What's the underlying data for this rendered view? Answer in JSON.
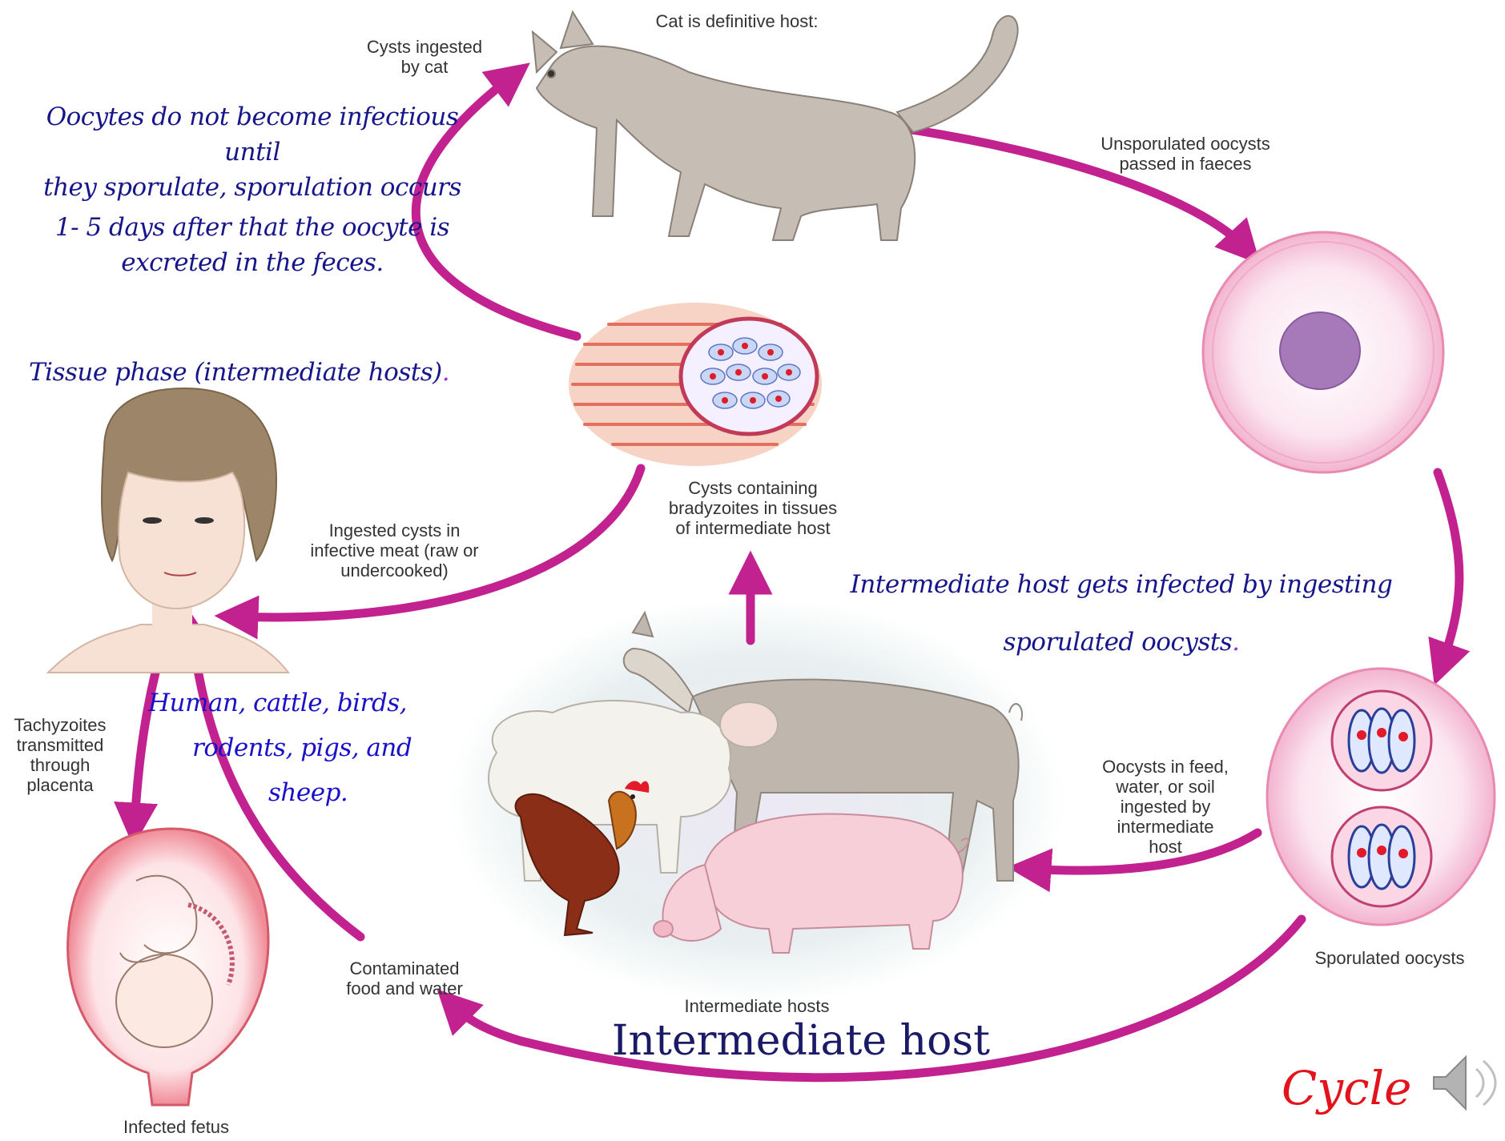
{
  "labels": {
    "cat_definitive": "Cat is definitive host:",
    "cysts_ingested_cat": "Cysts ingested\nby cat",
    "unsporulated": "Unsporulated oocysts\npassed in faeces",
    "cysts_containing": "Cysts containing\nbradyzoites in tissues\nof intermediate host",
    "ingested_cysts_meat": "Ingested cysts in\ninfective meat (raw or\nundercooked)",
    "tachyzoites": "Tachyzoites\ntransmitted\nthrough\nplacenta",
    "oocysts_in_feed": "Oocysts in feed,\nwater, or soil\ningested by\nintermediate\nhost",
    "sporulated_oocysts": "Sporulated oocysts",
    "contaminated_food": "Contaminated\nfood and water",
    "intermediate_hosts": "Intermediate hosts",
    "infected_fetus": "Infected fetus"
  },
  "notes": {
    "oocytes_line1": "Oocytes do not become infectious until",
    "oocytes_line2": "they sporulate, sporulation occurs",
    "oocytes_line3": "1- 5 days after that the oocyte is",
    "oocytes_line4": "excreted in the feces.",
    "tissue_phase": "Tissue phase (intermediate hosts)",
    "tissue_phase_dot": ".",
    "ingesting_line1": "Intermediate host gets infected by ingesting",
    "ingesting_line2": "sporulated oocysts",
    "ingesting_dot": ".",
    "hosts_line1": "Human, cattle, birds,",
    "hosts_line2": "rodents, pigs, and",
    "hosts_line3": "sheep."
  },
  "title": "Intermediate host",
  "cycle": "Cycle",
  "colors": {
    "arrow": "#c2228f",
    "note_text": "#16168a",
    "cycle_text": "#e2131b",
    "oocyst_fill": "#fbe2ee",
    "label_text": "#333333"
  },
  "icons": [
    "cat-illustration",
    "oocyst-unsporulated-icon",
    "oocyst-sporulated-icon",
    "tissue-cyst-icon",
    "human-head-icon",
    "fetus-icon",
    "goat-icon",
    "sheep-icon",
    "pig-icon",
    "rooster-icon",
    "speaker-icon"
  ]
}
